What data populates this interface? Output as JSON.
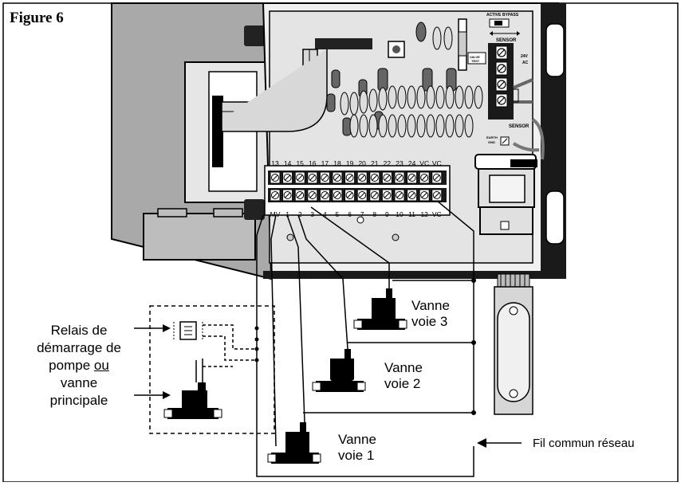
{
  "figure": {
    "title": "Figure 6"
  },
  "board_labels": {
    "sensor_top": "SENSOR",
    "sensor_bottom": "SENSOR",
    "active": "ACTIVE",
    "bypass": "BYPASS",
    "valve_test_1": "VALVE",
    "valve_test_2": "TEST",
    "ac_1": "24V",
    "ac_2": "AC",
    "earth_1": "EARTH",
    "earth_2": "GND",
    "top_terminals": [
      "13",
      "14",
      "15",
      "16",
      "17",
      "18",
      "19",
      "20",
      "21",
      "22",
      "23",
      "24",
      "VC",
      "VC"
    ],
    "bottom_terminals": [
      "MV",
      "1",
      "2",
      "3",
      "4",
      "5",
      "6",
      "7",
      "8",
      "9",
      "10",
      "11",
      "12",
      "VC"
    ]
  },
  "valves": [
    {
      "line1": "Vanne",
      "line2": "voie 3"
    },
    {
      "line1": "Vanne",
      "line2": "voie 2"
    },
    {
      "line1": "Vanne",
      "line2": "voie 1"
    }
  ],
  "pump": {
    "line1": "Relais de",
    "line2": "démarrage de",
    "line3_a": "pompe",
    "line3_b": "ou",
    "line4": "vanne",
    "line5": "principale"
  },
  "common_wire": {
    "label": "Fil commun réseau"
  }
}
